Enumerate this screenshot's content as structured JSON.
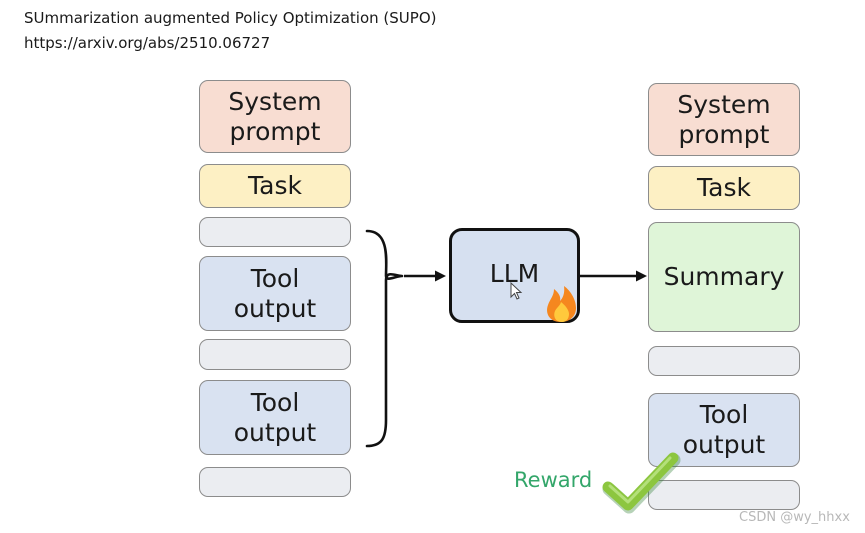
{
  "header": {
    "title": "SUmmarization augmented Policy Optimization (SUPO)",
    "url": "https://arxiv.org/abs/2510.06727"
  },
  "left_stack": {
    "system_prompt": "System\nprompt",
    "task": "Task",
    "tool_output_1": "Tool\noutput",
    "tool_output_2": "Tool\noutput"
  },
  "model": {
    "label": "LLM",
    "flame_icon": "fire-icon"
  },
  "right_stack": {
    "system_prompt": "System\nprompt",
    "task": "Task",
    "summary": "Summary",
    "tool_output": "Tool\noutput"
  },
  "reward": {
    "label": "Reward",
    "icon": "checkmark-icon"
  },
  "watermark": "CSDN @wy_hhxx",
  "colors": {
    "system_prompt": "#f8ddd2",
    "task": "#fdf0c4",
    "empty": "#ebedf1",
    "tool_output": "#d9e2f1",
    "summary": "#dff5d8",
    "llm": "#d6e0f0",
    "reward": "#33a66a"
  }
}
